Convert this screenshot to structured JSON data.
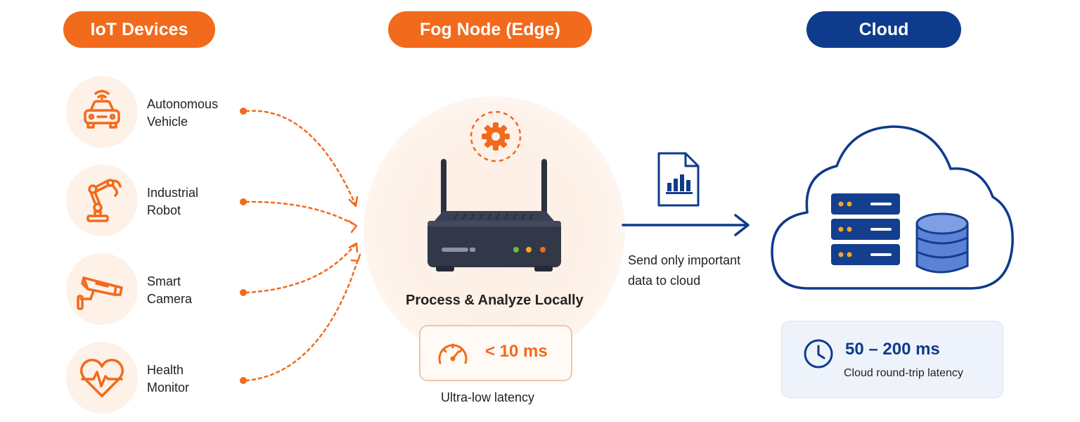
{
  "headers": {
    "iot": "IoT Devices",
    "fog": "Fog Node (Edge)",
    "cloud": "Cloud"
  },
  "devices": [
    {
      "line1": "Autonomous",
      "line2": "Vehicle",
      "icon": "car-icon"
    },
    {
      "line1": "Industrial",
      "line2": "Robot",
      "icon": "robot-arm-icon"
    },
    {
      "line1": "Smart",
      "line2": "Camera",
      "icon": "security-camera-icon"
    },
    {
      "line1": "Health",
      "line2": "Monitor",
      "icon": "heart-pulse-icon"
    }
  ],
  "fog": {
    "caption": "Process & Analyze Locally",
    "latency_value": "< 10 ms",
    "latency_label": "Ultra-low latency"
  },
  "transfer": {
    "line1": "Send only important",
    "line2": "data to cloud"
  },
  "cloud": {
    "latency_value": "50 – 200 ms",
    "latency_label": "Cloud round-trip latency"
  },
  "colors": {
    "orange": "#f26a1b",
    "navy": "#0e3b8c",
    "blue_fill": "#5b82d6"
  }
}
